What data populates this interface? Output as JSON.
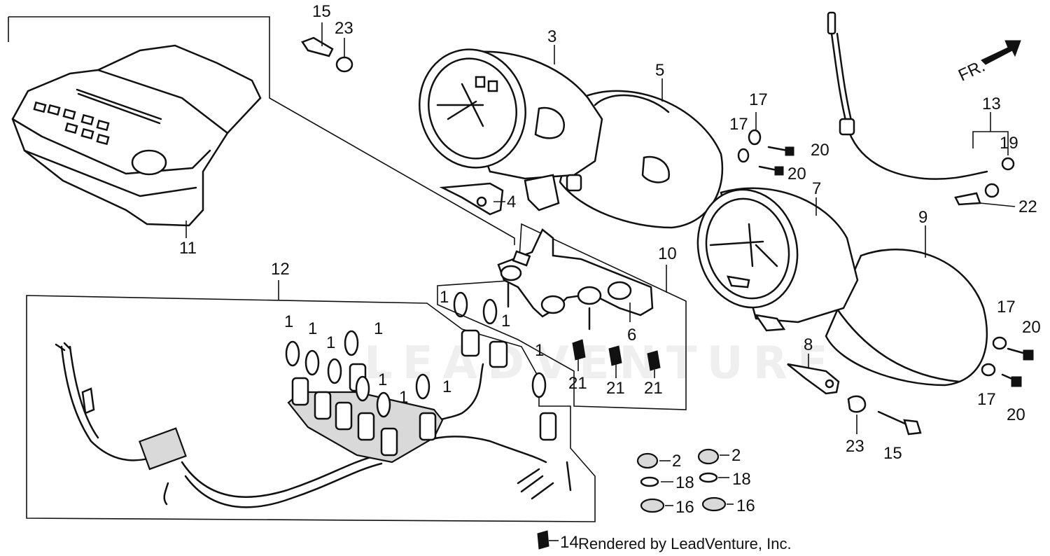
{
  "diagram": {
    "credit": "Rendered by LeadVenture, Inc.",
    "watermark": "LEADVENTURE",
    "direction_label": "FR.",
    "callouts": [
      {
        "id": "c11",
        "text": "11"
      },
      {
        "id": "c12",
        "text": "12"
      },
      {
        "id": "c15a",
        "text": "15"
      },
      {
        "id": "c23a",
        "text": "23"
      },
      {
        "id": "c3",
        "text": "3"
      },
      {
        "id": "c5",
        "text": "5"
      },
      {
        "id": "c4",
        "text": "4"
      },
      {
        "id": "c10",
        "text": "10"
      },
      {
        "id": "c6",
        "text": "6"
      },
      {
        "id": "c7",
        "text": "7"
      },
      {
        "id": "c9",
        "text": "9"
      },
      {
        "id": "c8",
        "text": "8"
      },
      {
        "id": "c13",
        "text": "13"
      },
      {
        "id": "c19",
        "text": "19"
      },
      {
        "id": "c22",
        "text": "22"
      },
      {
        "id": "c17a",
        "text": "17"
      },
      {
        "id": "c17b",
        "text": "17"
      },
      {
        "id": "c20a",
        "text": "20"
      },
      {
        "id": "c20b",
        "text": "20"
      },
      {
        "id": "c17c",
        "text": "17"
      },
      {
        "id": "c20c",
        "text": "20"
      },
      {
        "id": "c17d",
        "text": "17"
      },
      {
        "id": "c20d",
        "text": "20"
      },
      {
        "id": "c23b",
        "text": "23"
      },
      {
        "id": "c15b",
        "text": "15"
      },
      {
        "id": "c2a",
        "text": "2"
      },
      {
        "id": "c2b",
        "text": "2"
      },
      {
        "id": "c18a",
        "text": "18"
      },
      {
        "id": "c18b",
        "text": "18"
      },
      {
        "id": "c16a",
        "text": "16"
      },
      {
        "id": "c16b",
        "text": "16"
      },
      {
        "id": "c14",
        "text": "14"
      },
      {
        "id": "c21a",
        "text": "21"
      },
      {
        "id": "c21b",
        "text": "21"
      },
      {
        "id": "c21c",
        "text": "21"
      },
      {
        "id": "c1a",
        "text": "1"
      },
      {
        "id": "c1b",
        "text": "1"
      },
      {
        "id": "c1c",
        "text": "1"
      },
      {
        "id": "c1d",
        "text": "1"
      },
      {
        "id": "c1e",
        "text": "1"
      },
      {
        "id": "c1f",
        "text": "1"
      },
      {
        "id": "c1g",
        "text": "1"
      },
      {
        "id": "c1h",
        "text": "1"
      },
      {
        "id": "c1i",
        "text": "1"
      },
      {
        "id": "c1j",
        "text": "1"
      }
    ]
  }
}
